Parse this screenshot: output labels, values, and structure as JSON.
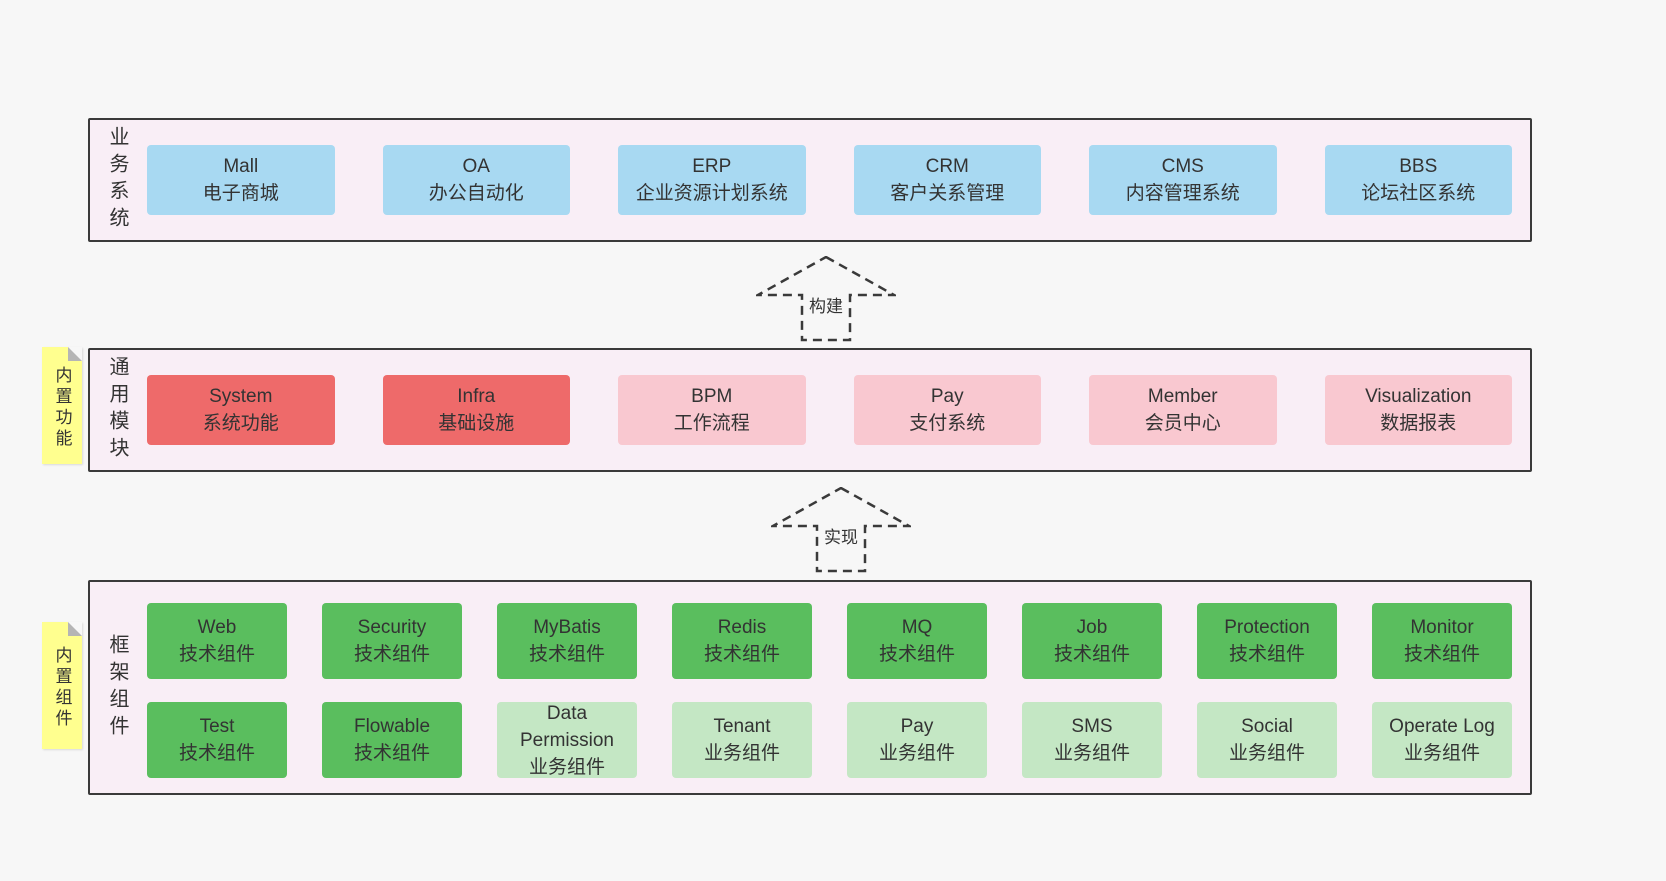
{
  "colors": {
    "page_bg": "#f7f7f7",
    "container_bg": "#f9eef6",
    "container_border": "#3a3a3a",
    "blue": "#a8d9f2",
    "red": "#ee6a6a",
    "pink": "#f9c8d0",
    "green": "#5abe5e",
    "light_green": "#c4e7c4",
    "yellow": "#ffff8f",
    "text": "#333333"
  },
  "business": {
    "label": "业务系统",
    "boxes": [
      {
        "title": "Mall",
        "subtitle": "电子商城"
      },
      {
        "title": "OA",
        "subtitle": "办公自动化"
      },
      {
        "title": "ERP",
        "subtitle": "企业资源计划系统"
      },
      {
        "title": "CRM",
        "subtitle": "客户关系管理"
      },
      {
        "title": "CMS",
        "subtitle": "内容管理系统"
      },
      {
        "title": "BBS",
        "subtitle": "论坛社区系统"
      }
    ]
  },
  "arrow_build": {
    "label": "构建"
  },
  "modules": {
    "label": "通用模块",
    "note": "内置功能",
    "boxes": [
      {
        "title": "System",
        "subtitle": "系统功能"
      },
      {
        "title": "Infra",
        "subtitle": "基础设施"
      },
      {
        "title": "BPM",
        "subtitle": "工作流程"
      },
      {
        "title": "Pay",
        "subtitle": "支付系统"
      },
      {
        "title": "Member",
        "subtitle": "会员中心"
      },
      {
        "title": "Visualization",
        "subtitle": "数据报表"
      }
    ]
  },
  "arrow_impl": {
    "label": "实现"
  },
  "components": {
    "label": "框架组件",
    "note": "内置组件",
    "row1": [
      {
        "title": "Web",
        "subtitle": "技术组件"
      },
      {
        "title": "Security",
        "subtitle": "技术组件"
      },
      {
        "title": "MyBatis",
        "subtitle": "技术组件"
      },
      {
        "title": "Redis",
        "subtitle": "技术组件"
      },
      {
        "title": "MQ",
        "subtitle": "技术组件"
      },
      {
        "title": "Job",
        "subtitle": "技术组件"
      },
      {
        "title": "Protection",
        "subtitle": "技术组件"
      },
      {
        "title": "Monitor",
        "subtitle": "技术组件"
      }
    ],
    "row2": [
      {
        "title": "Test",
        "subtitle": "技术组件"
      },
      {
        "title": "Flowable",
        "subtitle": "技术组件"
      },
      {
        "title": "Data Permission",
        "subtitle": "业务组件"
      },
      {
        "title": "Tenant",
        "subtitle": "业务组件"
      },
      {
        "title": "Pay",
        "subtitle": "业务组件"
      },
      {
        "title": "SMS",
        "subtitle": "业务组件"
      },
      {
        "title": "Social",
        "subtitle": "业务组件"
      },
      {
        "title": "Operate Log",
        "subtitle": "业务组件"
      }
    ]
  }
}
